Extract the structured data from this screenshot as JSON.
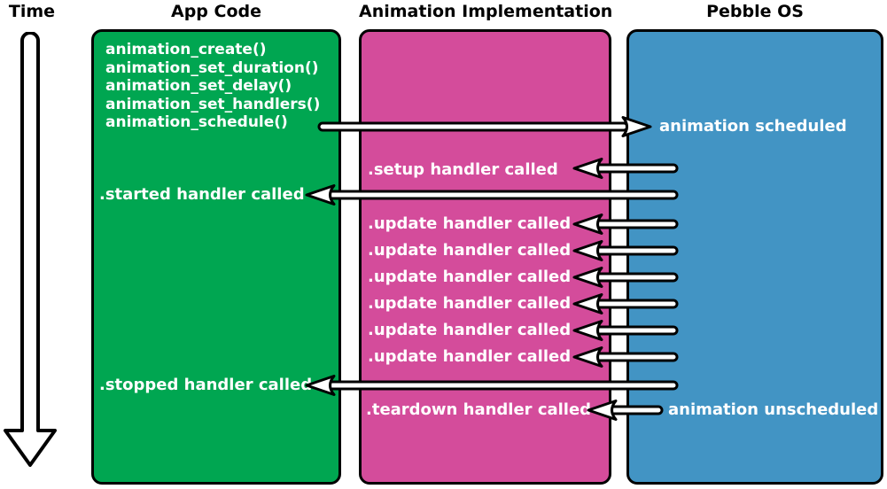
{
  "time": {
    "label": "Time"
  },
  "colors": {
    "app_code_box": "#00a651",
    "implementation_box": "#d44c9b",
    "pebble_os_box": "#4294c4",
    "box_border": "#000000",
    "header_text": "#000000",
    "label_text": "#ffffff",
    "arrow_fill": "#ffffff",
    "arrow_outline": "#000000"
  },
  "columns": {
    "app_code": {
      "title": "App Code",
      "functions": [
        "animation_create()",
        "animation_set_duration()",
        "animation_set_delay()",
        "animation_set_handlers()",
        "animation_schedule()"
      ],
      "events": {
        "started": ".started handler called",
        "stopped": ".stopped handler called"
      }
    },
    "animation_implementation": {
      "title": "Animation Implementation",
      "events": {
        "setup": ".setup handler called",
        "updates": [
          ".update handler called",
          ".update handler called",
          ".update handler called",
          ".update handler called",
          ".update handler called",
          ".update handler called"
        ],
        "teardown": ".teardown handler called"
      }
    },
    "pebble_os": {
      "title": "Pebble OS",
      "events": {
        "scheduled": "animation scheduled",
        "unscheduled": "animation unscheduled"
      }
    }
  }
}
